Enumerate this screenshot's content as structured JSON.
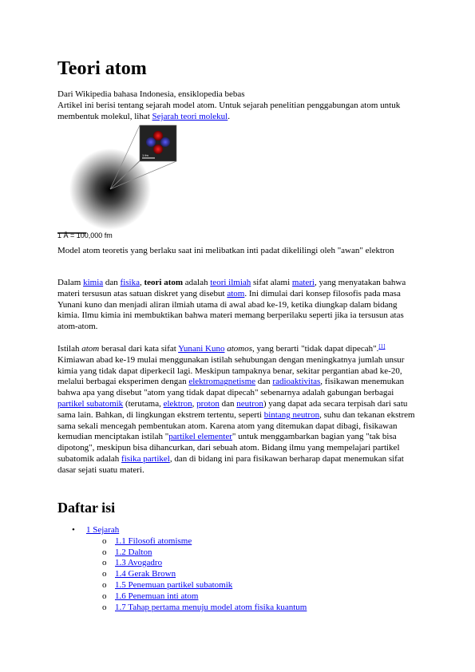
{
  "title": "Teori atom",
  "subtitle": "Dari Wikipedia bahasa Indonesia, ensiklopedia bebas",
  "hatnote": {
    "text": "Artikel ini berisi tentang sejarah model atom. Untuk sejarah penelitian penggabungan atom untuk membentuk molekul, lihat ",
    "link": "Sejarah teori molekul",
    "end": "."
  },
  "figure": {
    "scale_label": "1 Å = 100,000 fm",
    "inset_scale": "1 fm",
    "caption": "Model atom teoretis yang berlaku saat ini melibatkan inti padat dikelilingi oleh \"awan\" elektron"
  },
  "para1": {
    "t1": "Dalam ",
    "l_kimia": "kimia",
    "t2": " dan ",
    "l_fisika": "fisika",
    "t3": ", ",
    "bold": "teori atom",
    "t4": " adalah ",
    "l_teori": "teori ilmiah",
    "t5": " sifat alami ",
    "l_materi": "materi",
    "t6": ", yang menyatakan bahwa materi tersusun atas satuan diskret yang disebut ",
    "l_atom": "atom",
    "t7": ". Ini dimulai dari konsep filosofis pada masa Yunani kuno dan menjadi aliran ilmiah utama di awal abad ke-19, ketika diungkap dalam bidang kimia. Ilmu kimia ini membuktikan bahwa materi memang berperilaku seperti jika ia tersusun atas atom-atom."
  },
  "para2": {
    "t1": "Istilah ",
    "i_atom": "atom",
    "t2": " berasal dari kata sifat ",
    "l_yunani": "Yunani Kuno",
    "t3": " ",
    "i_atomos": "atomos",
    "t4": ", yang berarti \"tidak dapat dipecah\".",
    "ref": "[1]",
    "t5": " Kimiawan abad ke-19 mulai menggunakan istilah sehubungan dengan meningkatnya jumlah unsur kimia yang tidak dapat diperkecil lagi. Meskipun tampaknya benar, sekitar pergantian abad ke-20, melalui berbagai eksperimen dengan ",
    "l_elektro": "elektromagnetisme",
    "t6": " dan ",
    "l_radio": "radioaktivitas",
    "t7": ", fisikawan menemukan bahwa apa yang disebut \"atom yang tidak dapat dipecah\" sebenarnya adalah gabungan berbagai ",
    "l_partikel": "partikel subatomik",
    "t8": " (terutama, ",
    "l_elektron": "elektron",
    "t9": ", ",
    "l_proton": "proton",
    "t10": " dan ",
    "l_neutron": "neutron",
    "t11": ") yang dapat ada secara terpisah dari satu sama lain. Bahkan, di lingkungan ekstrem tertentu, seperti ",
    "l_bintang": "bintang neutron",
    "t12": ", suhu dan tekanan ekstrem sama sekali mencegah pembentukan atom. Karena atom yang ditemukan dapat dibagi, fisikawan kemudian menciptakan istilah \"",
    "l_elementer": "partikel elementer",
    "t13": "\" untuk menggambarkan bagian yang \"tak bisa dipotong\", meskipun bisa dihancurkan, dari sebuah atom. Bidang ilmu yang mempelajari partikel subatomik adalah ",
    "l_fispart": "fisika partikel",
    "t14": ", dan di bidang ini para fisikawan berharap dapat menemukan sifat dasar sejati suatu materi."
  },
  "toc": {
    "heading": "Daftar isi",
    "top": "1 Sejarah",
    "items": [
      "1.1 Filosofi atomisme",
      "1.2 Dalton",
      "1.3 Avogadro",
      "1.4 Gerak Brown",
      "1.5 Penemuan partikel subatomik",
      "1.6 Penemuan inti atom",
      "1.7 Tahap pertama menuju model atom fisika kuantum"
    ],
    "bullet": "•",
    "sub_bullet": "o"
  }
}
